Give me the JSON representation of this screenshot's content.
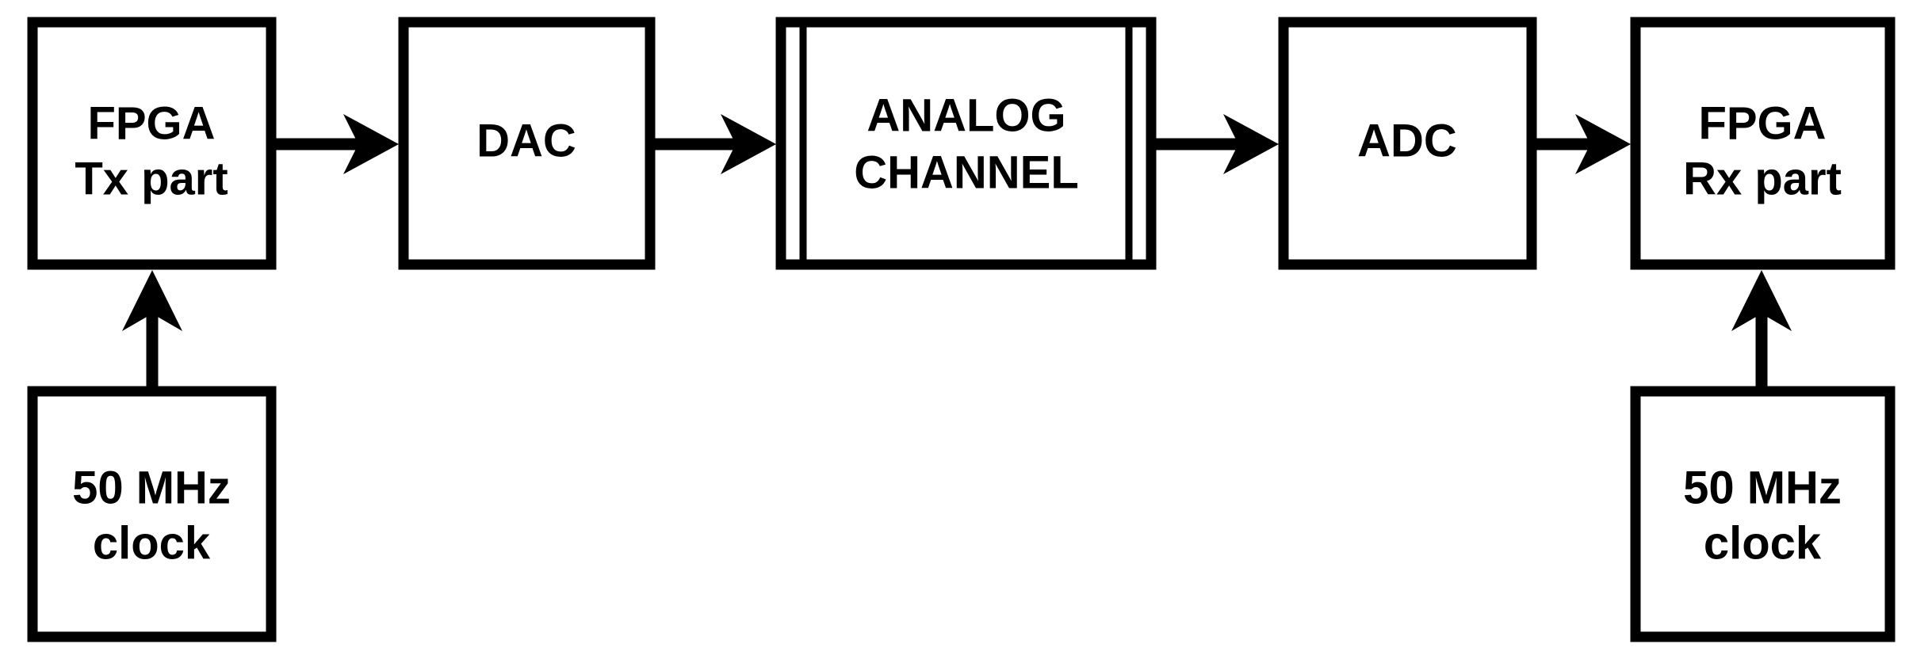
{
  "diagram": {
    "title": "FPGA transceiver signal chain block diagram",
    "colors": {
      "background": "#ffffff",
      "stroke": "#000000",
      "fill": "#ffffff"
    },
    "blocks": [
      {
        "id": "fpga-tx",
        "name": "fpga-tx-block",
        "line1": "FPGA",
        "line2": "Tx part",
        "double_wall": false
      },
      {
        "id": "dac",
        "name": "dac-block",
        "line1": "DAC",
        "line2": "",
        "double_wall": false
      },
      {
        "id": "analog-channel",
        "name": "analog-channel-block",
        "line1": "ANALOG",
        "line2": "CHANNEL",
        "double_wall": true
      },
      {
        "id": "adc",
        "name": "adc-block",
        "line1": "ADC",
        "line2": "",
        "double_wall": false
      },
      {
        "id": "fpga-rx",
        "name": "fpga-rx-block",
        "line1": "FPGA",
        "line2": "Rx part",
        "double_wall": false
      }
    ],
    "clocks": [
      {
        "id": "clock-tx",
        "name": "tx-clock-block",
        "line1": "50 MHz",
        "line2": "clock"
      },
      {
        "id": "clock-rx",
        "name": "rx-clock-block",
        "line1": "50 MHz",
        "line2": "clock"
      }
    ],
    "connections": [
      {
        "id": "arrow-tx-to-dac",
        "from": "fpga-tx",
        "to": "dac",
        "direction": "right"
      },
      {
        "id": "arrow-dac-to-channel",
        "from": "dac",
        "to": "analog-channel",
        "direction": "right"
      },
      {
        "id": "arrow-channel-to-adc",
        "from": "analog-channel",
        "to": "adc",
        "direction": "right"
      },
      {
        "id": "arrow-adc-to-rx",
        "from": "adc",
        "to": "fpga-rx",
        "direction": "right"
      },
      {
        "id": "arrow-txclock-to-fpgatx",
        "from": "clock-tx",
        "to": "fpga-tx",
        "direction": "up"
      },
      {
        "id": "arrow-rxclock-to-fpgarx",
        "from": "clock-rx",
        "to": "fpga-rx",
        "direction": "up"
      }
    ]
  }
}
